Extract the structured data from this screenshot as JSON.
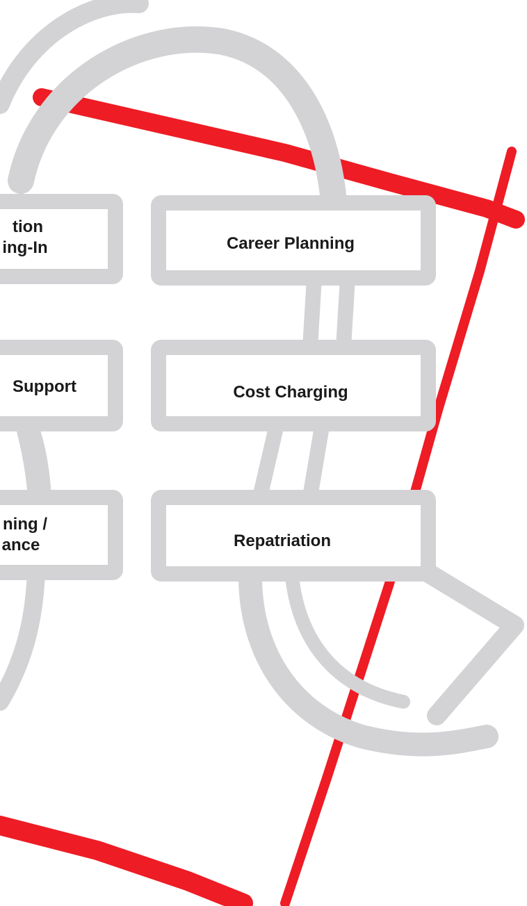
{
  "colors": {
    "accent_red": "#ee1c25",
    "brush_gray": "#d3d3d5",
    "text": "#1a1a1a",
    "background": "#ffffff"
  },
  "boxes": {
    "left_top": {
      "lines": [
        "tion",
        "ing-In"
      ]
    },
    "left_mid": {
      "lines": [
        "Support"
      ]
    },
    "left_bottom": {
      "lines": [
        "ning /",
        "ance"
      ]
    },
    "career_planning": {
      "lines": [
        "Career Planning"
      ]
    },
    "cost_charging": {
      "lines": [
        "Cost Charging"
      ]
    },
    "repatriation": {
      "lines": [
        "Repatriation"
      ]
    }
  }
}
